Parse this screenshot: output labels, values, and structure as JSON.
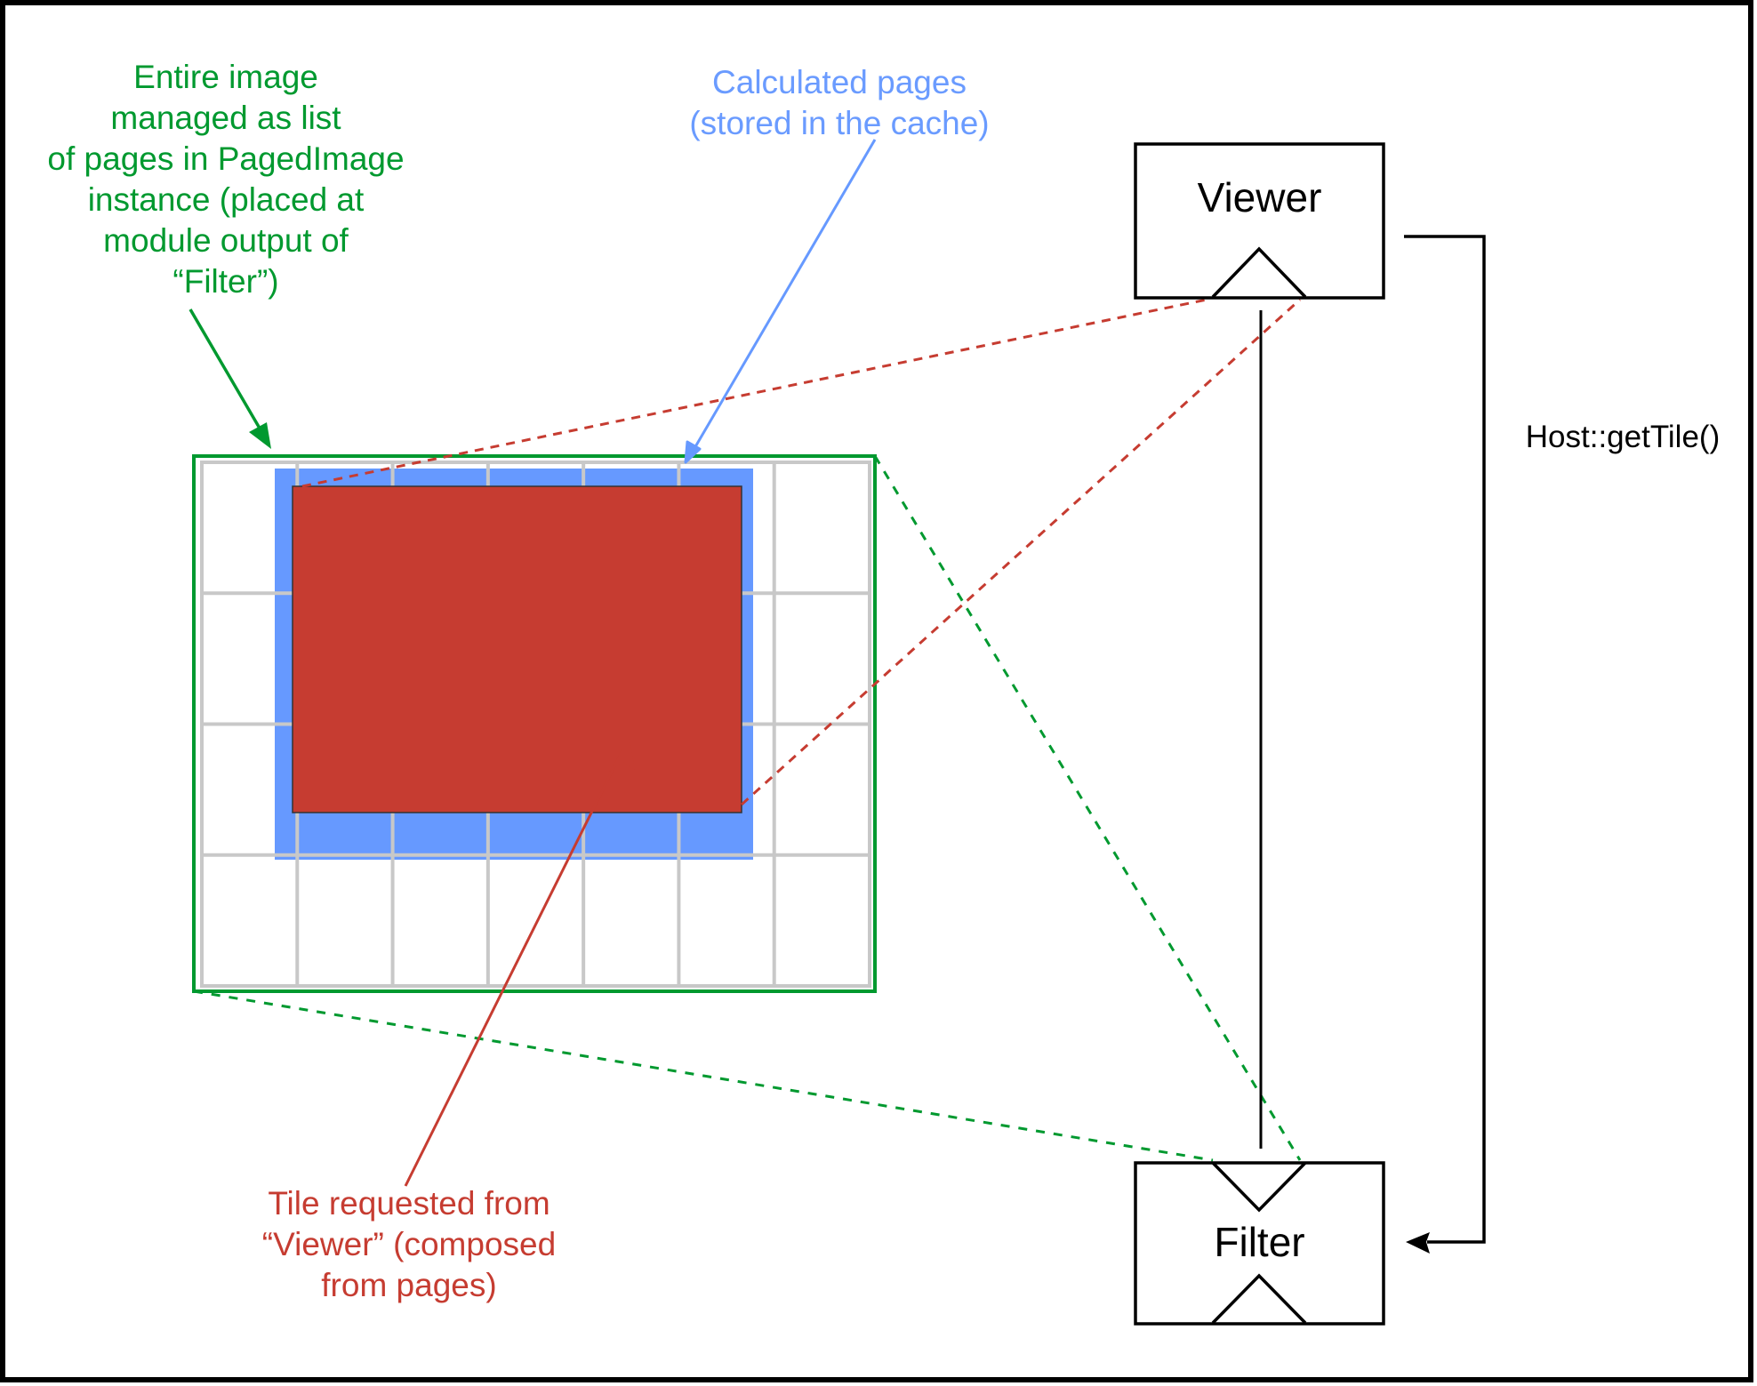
{
  "diagram": {
    "annotations": {
      "paged_image": "Entire image\nmanaged as list\nof pages in PagedImage\ninstance (placed at\nmodule output of\n“Filter”)",
      "cached_pages": "Calculated pages\n(stored in the cache)",
      "requested_tile": "Tile requested from\n“Viewer” (composed\nfrom pages)"
    },
    "modules": {
      "viewer": "Viewer",
      "filter": "Filter"
    },
    "connection_label": "Host::getTile()",
    "page_grid": {
      "columns": 7,
      "rows": 4
    },
    "colors": {
      "paged_image": "#00992f",
      "cached_pages": "#6699ff",
      "requested_tile": "#c63c31",
      "grid_lines": "#c8c8c8",
      "frame": "#000000"
    }
  }
}
